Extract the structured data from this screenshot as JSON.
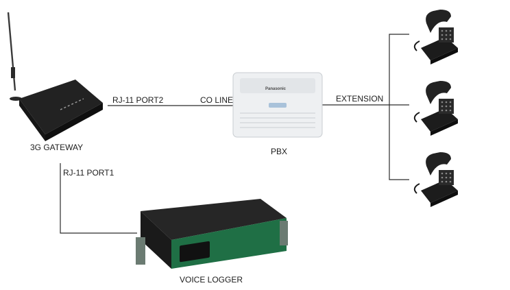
{
  "devices": {
    "gateway": {
      "label": "3G GATEWAY",
      "icon": "3g-gateway-icon"
    },
    "pbx": {
      "label": "PBX",
      "brand": "Panasonic",
      "icon": "pbx-icon"
    },
    "logger": {
      "label": "VOICE LOGGER",
      "icon": "voice-logger-icon"
    },
    "phones": {
      "icon": "telephone-icon"
    }
  },
  "connections": {
    "gateway_pbx_port": "RJ-11 PORT2",
    "pbx_line": "CO LINE",
    "pbx_phones": "EXTENSION",
    "gateway_logger_port": "RJ-11 PORT1"
  },
  "colors": {
    "line": "#2b2b2b",
    "device_dark": "#1c1c1c",
    "pbx_body": "#eef0f2",
    "logger_green": "#1f6f45"
  }
}
